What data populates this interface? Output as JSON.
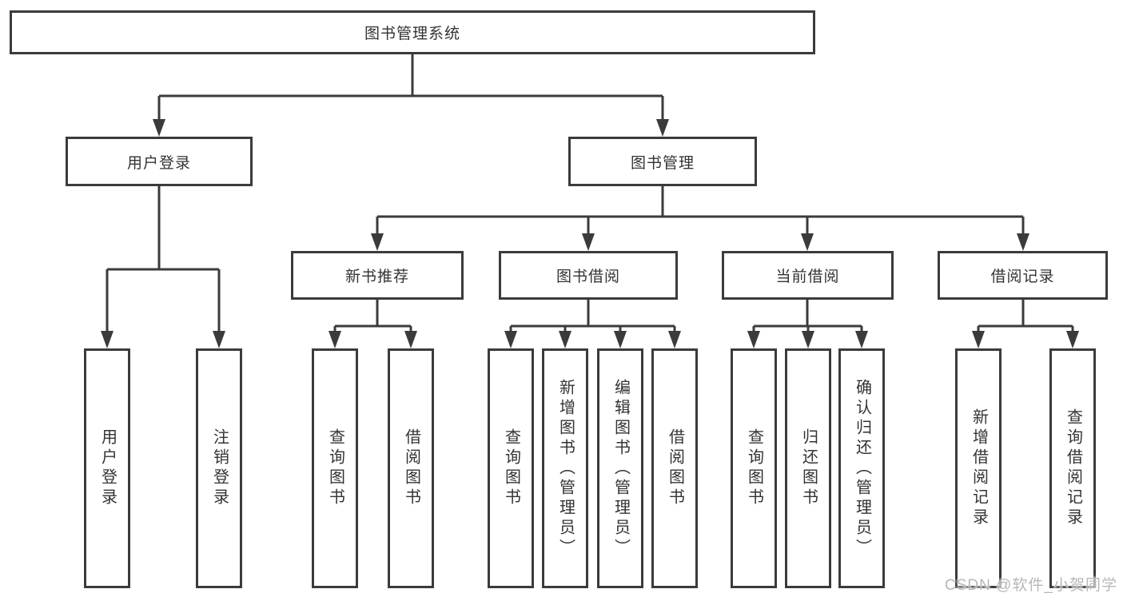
{
  "diagram_title": "图书管理系统",
  "tree": {
    "root": {
      "label": "图书管理系统",
      "children": [
        {
          "label": "用户登录",
          "children": [
            {
              "label": "用户登录"
            },
            {
              "label": "注销登录"
            }
          ]
        },
        {
          "label": "图书管理",
          "children": [
            {
              "label": "新书推荐",
              "children": [
                {
                  "label": "查询图书"
                },
                {
                  "label": "借阅图书"
                }
              ]
            },
            {
              "label": "图书借阅",
              "children": [
                {
                  "label": "查询图书"
                },
                {
                  "label": "新增图书（管理员）"
                },
                {
                  "label": "编辑图书（管理员）"
                },
                {
                  "label": "借阅图书"
                }
              ]
            },
            {
              "label": "当前借阅",
              "children": [
                {
                  "label": "查询图书"
                },
                {
                  "label": "归还图书"
                },
                {
                  "label": "确认归还（管理员）"
                }
              ]
            },
            {
              "label": "借阅记录",
              "children": [
                {
                  "label": "新增借阅记录"
                },
                {
                  "label": "查询借阅记录"
                }
              ]
            }
          ]
        }
      ]
    }
  },
  "watermark": "CSDN @软件_小贺同学",
  "colors": {
    "line": "#3b3b3b",
    "box_background": "#ffffff",
    "text": "#333333",
    "watermark": "#b7b7b7"
  }
}
